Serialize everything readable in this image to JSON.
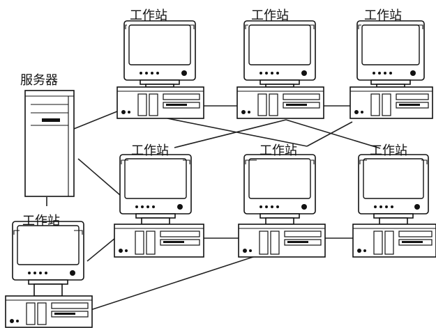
{
  "server": {
    "label": "服务器"
  },
  "workstations": [
    {
      "id": "ws-top-1",
      "label": "工作站"
    },
    {
      "id": "ws-top-2",
      "label": "工作站"
    },
    {
      "id": "ws-top-3",
      "label": "工作站"
    },
    {
      "id": "ws-mid-1",
      "label": "工作站"
    },
    {
      "id": "ws-mid-2",
      "label": "工作站"
    },
    {
      "id": "ws-mid-3",
      "label": "工作站"
    },
    {
      "id": "ws-bottom-left",
      "label": "工作站"
    }
  ]
}
